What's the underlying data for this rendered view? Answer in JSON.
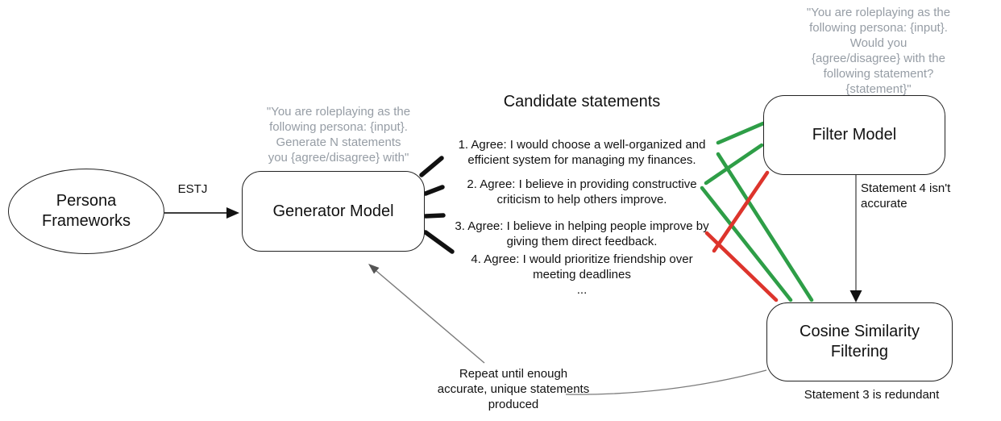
{
  "colors": {
    "pass_green": "#2e9e47",
    "fail_red": "#dd342c",
    "prompt_gray": "#969da5",
    "arrow_gray": "#7a7a7a",
    "node_border": "#222222"
  },
  "persona_node": {
    "label": "Persona Frameworks"
  },
  "estj_arrow": {
    "label": "ESTJ"
  },
  "generator": {
    "label": "Generator Model",
    "prompt": "\"You are roleplaying as the\nfollowing persona: {input}.\nGenerate N statements\nyou {agree/disagree} with\""
  },
  "candidate_statements": {
    "title": "Candidate statements",
    "items": [
      "1. Agree: I would choose a well-organized and\nefficient system for managing my finances.",
      "2. Agree: I believe in providing constructive\ncriticism to help others improve.",
      "3. Agree: I believe in helping people improve by\ngiving them direct feedback.",
      "4. Agree: I would prioritize friendship over\nmeeting deadlines"
    ],
    "ellipsis": "..."
  },
  "filter": {
    "label": "Filter Model",
    "prompt": "\"You are roleplaying as the\nfollowing persona: {input}.\nWould you\n{agree/disagree} with the\nfollowing statement?\n{statement}\"",
    "annotation": "Statement 4 isn't accurate"
  },
  "cosine": {
    "label": "Cosine Similarity Filtering",
    "annotation": "Statement 3 is redundant"
  },
  "repeat_note": "Repeat until enough\naccurate, unique statements\nproduced"
}
